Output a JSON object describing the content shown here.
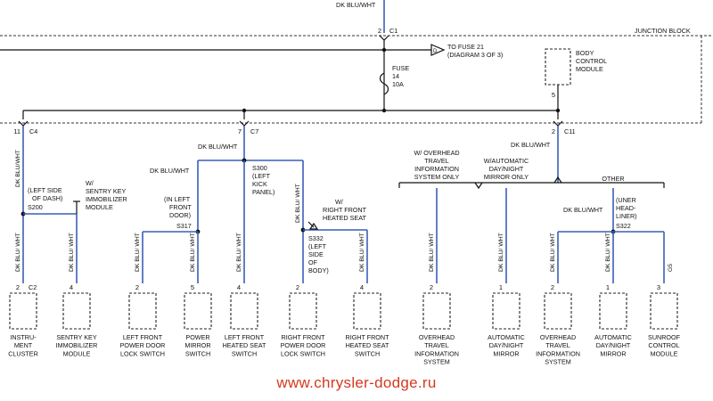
{
  "wire_color": "#3a5fb8",
  "watermark_color": "#d4391f",
  "watermark": "www.chrysler-dodge.ru",
  "top_wire": "DK BLU/WHT",
  "junction_block": {
    "title": "JUNCTION BLOCK",
    "c1_pin": "2",
    "c1": "C1",
    "to_fuse_line1": "TO FUSE 21",
    "to_fuse_line2": "(DIAGRAM 3 OF 3)",
    "fuse_line1": "FUSE",
    "fuse_line2": "14",
    "fuse_line3": "10A",
    "bcm_line1": "BODY",
    "bcm_line2": "CONTROL",
    "bcm_line3": "MODULE",
    "bcm_pin": "5"
  },
  "connectors": {
    "c4_pin": "11",
    "c4": "C4",
    "c7_pin": "7",
    "c7": "C7",
    "c11_pin": "2",
    "c11": "C11"
  },
  "wire_labels": {
    "c4_vert": "DK BLU/WHT",
    "c7_main": "DK BLU/WHT",
    "c7_left": "DK BLU/WHT",
    "c11_main": "DK BLU/WHT",
    "s322_left": "DK BLU/WHT",
    "b1": "DK BLU/ WHT",
    "b2": "DK BLU/ WHT",
    "b3": "DK BLU/ WHT",
    "b4": "DK BLU/ WHT",
    "b5": "DK BLU/ WHT",
    "b6": "DK BLU/ WHT",
    "b7": "DK BLU/ WHT",
    "b8": "DK BLU/ WHT",
    "b9": "DK BLU/ WHT",
    "b10": "DK BLU/ WHT",
    "b11": "DK BLU/ WHT",
    "b12": "G5"
  },
  "splices": {
    "s200_line1": "(LEFT SIDE",
    "s200_line2": "OF DASH)",
    "s200": "S200",
    "sentry_opt_line1": "W/",
    "sentry_opt_line2": "SENTRY KEY",
    "sentry_opt_line3": "IMMOBILIZER",
    "sentry_opt_line4": "MODULE",
    "s317_line1": "(IN LEFT",
    "s317_line2": "FRONT",
    "s317_line3": "DOOR)",
    "s317": "S317",
    "s300": "S300",
    "s300_line1": "(LEFT",
    "s300_line2": "KICK",
    "s300_line3": "PANEL)",
    "heated_opt_line1": "W/",
    "heated_opt_line2": "RIGHT FRONT",
    "heated_opt_line3": "HEATED SEAT",
    "s332": "S332",
    "s332_line1": "(LEFT",
    "s332_line2": "SIDE",
    "s332_line3": "OF",
    "s332_line4": "BODY)",
    "overhead_opt_line1": "W/ OVERHEAD",
    "overhead_opt_line2": "TRAVEL",
    "overhead_opt_line3": "INFORMATION",
    "overhead_opt_line4": "SYSTEM ONLY",
    "mirror_opt_line1": "W/AUTOMATIC",
    "mirror_opt_line2": "DAY/NIGHT",
    "mirror_opt_line3": "MIRROR ONLY",
    "other": "OTHER",
    "s322_line1": "(UNER",
    "s322_line2": "HEAD-",
    "s322_line3": "LINER)",
    "s322": "S322"
  },
  "components": [
    {
      "pin": "2",
      "conn": "C2",
      "lines": [
        "INSTRU-",
        "MENT",
        "CLUSTER"
      ]
    },
    {
      "pin": "4",
      "conn": "",
      "lines": [
        "SENTRY KEY",
        "IMMOBILIZER",
        "MODULE"
      ]
    },
    {
      "pin": "2",
      "conn": "",
      "lines": [
        "LEFT FRONT",
        "POWER DOOR",
        "LOCK SWITCH"
      ]
    },
    {
      "pin": "5",
      "conn": "",
      "lines": [
        "POWER",
        "MIRROR",
        "SWITCH"
      ]
    },
    {
      "pin": "4",
      "conn": "",
      "lines": [
        "LEFT FRONT",
        "HEATED SEAT",
        "SWITCH"
      ]
    },
    {
      "pin": "2",
      "conn": "",
      "lines": [
        "RIGHT FRONT",
        "POWER DOOR",
        "LOCK SWITCH"
      ]
    },
    {
      "pin": "4",
      "conn": "",
      "lines": [
        "RIGHT FRONT",
        "HEATED SEAT",
        "SWITCH"
      ]
    },
    {
      "pin": "2",
      "conn": "",
      "lines": [
        "OVERHEAD",
        "TRAVEL",
        "INFORMATION",
        "SYSTEM"
      ]
    },
    {
      "pin": "1",
      "conn": "",
      "lines": [
        "AUTOMATIC",
        "DAY/NIGHT",
        "MIRROR"
      ]
    },
    {
      "pin": "2",
      "conn": "",
      "lines": [
        "OVERHEAD",
        "TRAVEL",
        "INFORMATION",
        "SYSTEM"
      ]
    },
    {
      "pin": "1",
      "conn": "",
      "lines": [
        "AUTOMATIC",
        "DAY/NIGHT",
        "MIRROR"
      ]
    },
    {
      "pin": "3",
      "conn": "",
      "lines": [
        "SUNROOF",
        "CONTROL",
        "MODULE"
      ]
    }
  ]
}
